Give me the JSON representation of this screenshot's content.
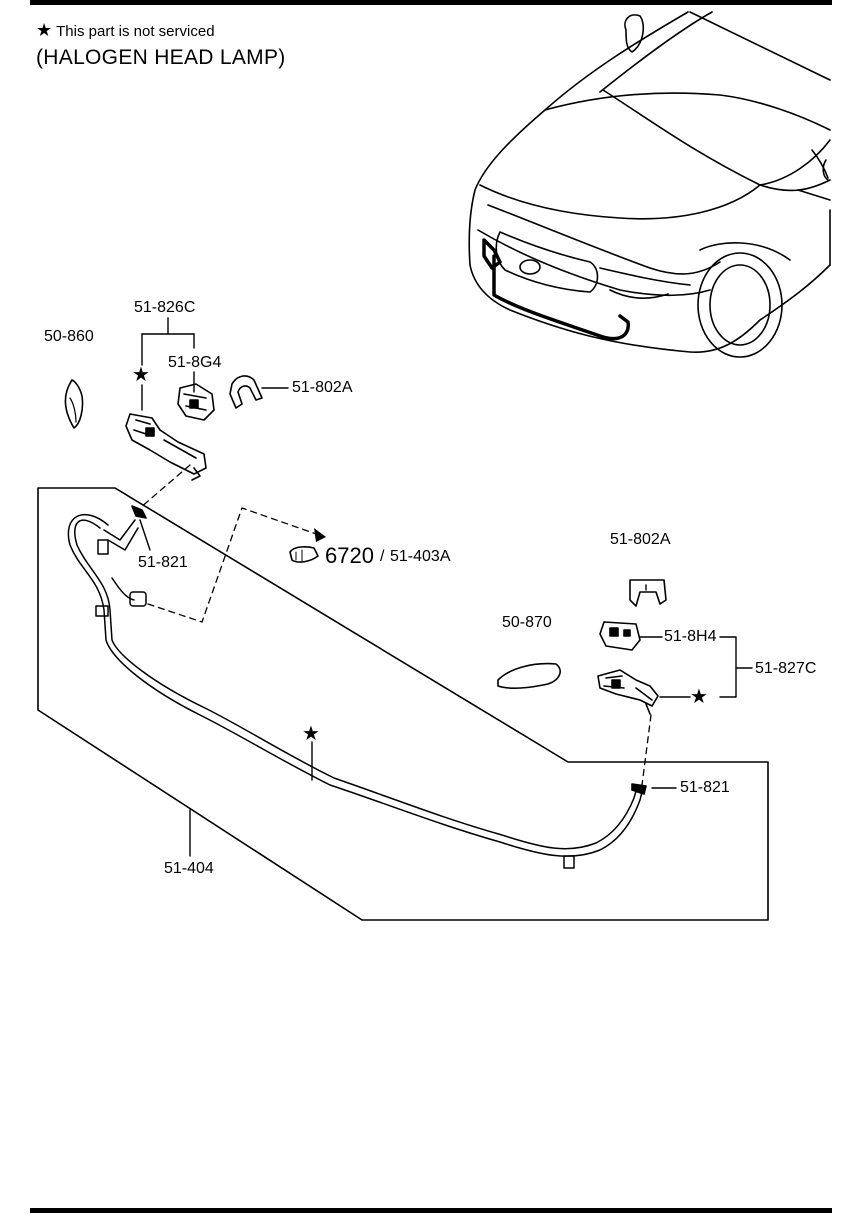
{
  "header": {
    "note_star": "★",
    "note_text": "This part is not serviced",
    "subtitle": "(HALOGEN HEAD LAMP)"
  },
  "labels": {
    "p_50_860": "50-860",
    "p_51_826c": "51-826C",
    "p_51_8g4": "51-8G4",
    "p_51_802a_left": "51-802A",
    "p_51_821_left": "51-821",
    "p_6720": "6720",
    "p_slash": "/",
    "p_51_403a": "51-403A",
    "p_51_802a_right": "51-802A",
    "p_50_870": "50-870",
    "p_51_8h4": "51-8H4",
    "p_51_827c": "51-827C",
    "p_51_821_right": "51-821",
    "p_51_404": "51-404"
  },
  "star_markers": [
    "★",
    "★",
    "★"
  ]
}
